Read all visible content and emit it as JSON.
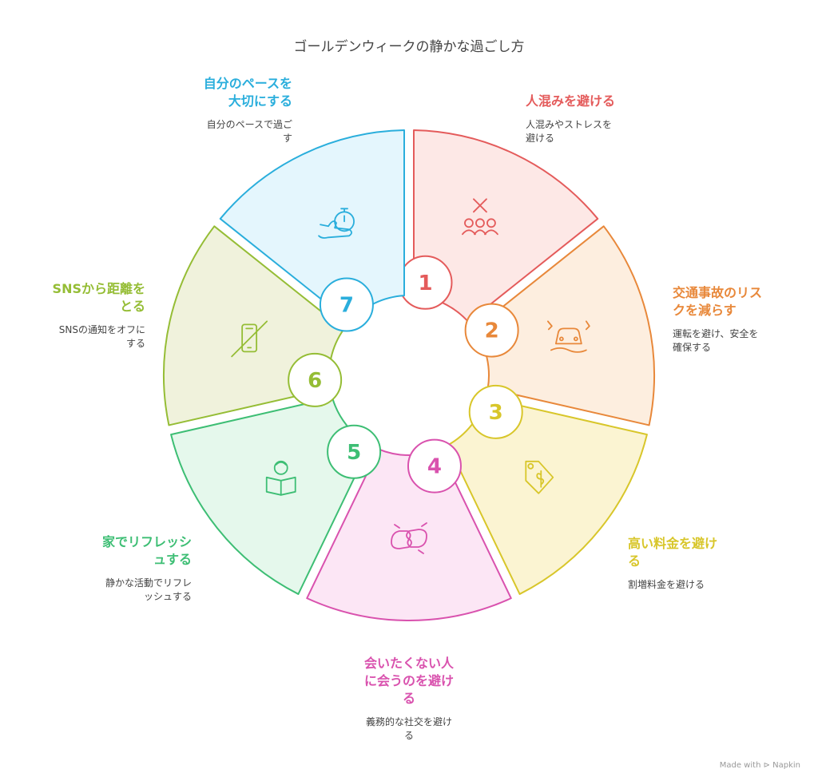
{
  "title": "ゴールデンウィークの静かな過ごし方",
  "footer": "Made with ⊳ Napkin",
  "segments": [
    {
      "number": "1",
      "title_lines": [
        "人混みを避ける"
      ],
      "desc_lines": [
        "人混みやストレスを",
        "避ける"
      ],
      "color": "#E45B5B",
      "fill": "#FDE8E6",
      "icon": "crowd-avoid-icon"
    },
    {
      "number": "2",
      "title_lines": [
        "交通事故のリス",
        "クを減らす"
      ],
      "desc_lines": [
        "運転を避け、安全を",
        "確保する"
      ],
      "color": "#E8883A",
      "fill": "#FDEEDF",
      "icon": "car-accident-icon"
    },
    {
      "number": "3",
      "title_lines": [
        "高い料金を避け",
        "る"
      ],
      "desc_lines": [
        "割増料金を避ける"
      ],
      "color": "#D8C62A",
      "fill": "#FBF4D2",
      "icon": "price-tag-icon"
    },
    {
      "number": "4",
      "title_lines": [
        "会いたくない人",
        "に会うのを避け",
        "る"
      ],
      "desc_lines": [
        "義務的な社交を避け",
        "る"
      ],
      "color": "#D952AE",
      "fill": "#FCE6F5",
      "icon": "fist-bump-icon"
    },
    {
      "number": "5",
      "title_lines": [
        "家でリフレッシ",
        "ュする"
      ],
      "desc_lines": [
        "静かな活動でリフレ",
        "ッシュする"
      ],
      "color": "#3DBE74",
      "fill": "#E5F8EC",
      "icon": "reading-person-icon"
    },
    {
      "number": "6",
      "title_lines": [
        "SNSから距離を",
        "とる"
      ],
      "desc_lines": [
        "SNSの通知をオフに",
        "する"
      ],
      "color": "#95BD35",
      "fill": "#F0F2DC",
      "icon": "phone-off-icon"
    },
    {
      "number": "7",
      "title_lines": [
        "自分のペースを",
        "大切にする"
      ],
      "desc_lines": [
        "自分のペースで過ご",
        "す"
      ],
      "color": "#2AAEDC",
      "fill": "#E4F6FD",
      "icon": "stopwatch-hand-icon"
    }
  ]
}
